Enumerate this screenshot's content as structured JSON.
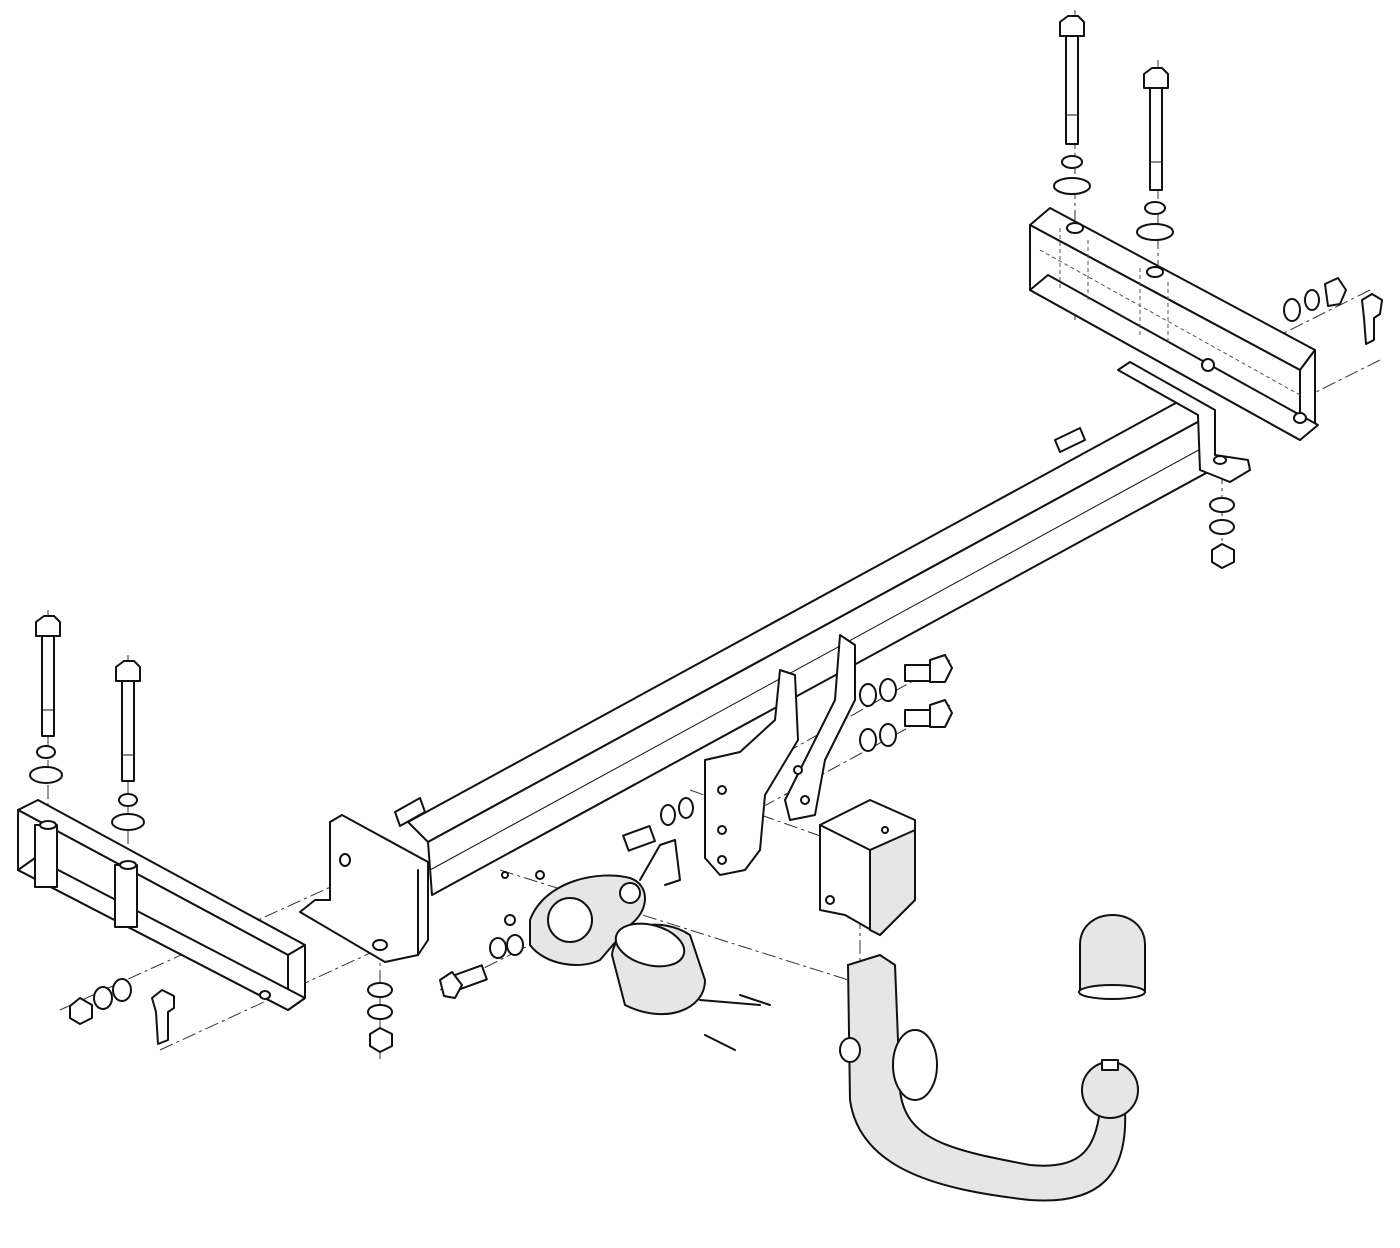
{
  "diagram": {
    "type": "exploded-assembly",
    "components": [
      {
        "name": "crossbar-beam",
        "icon": "tube-icon"
      },
      {
        "name": "left-mounting-bracket",
        "icon": "bracket-icon"
      },
      {
        "name": "right-mounting-bracket",
        "icon": "bracket-icon"
      },
      {
        "name": "detachable-tow-ball-neck",
        "icon": "towball-icon"
      },
      {
        "name": "tow-ball-cap",
        "icon": "cap-icon"
      },
      {
        "name": "receiver-socket",
        "icon": "receiver-icon"
      },
      {
        "name": "electrical-socket",
        "icon": "socket-icon"
      },
      {
        "name": "socket-plate",
        "icon": "plate-icon"
      },
      {
        "name": "bolts-washers-nuts",
        "icon": "bolt-icon"
      }
    ],
    "colors": {
      "line": "#111111",
      "background": "#ffffff",
      "shade": "#e6e6e6"
    }
  }
}
